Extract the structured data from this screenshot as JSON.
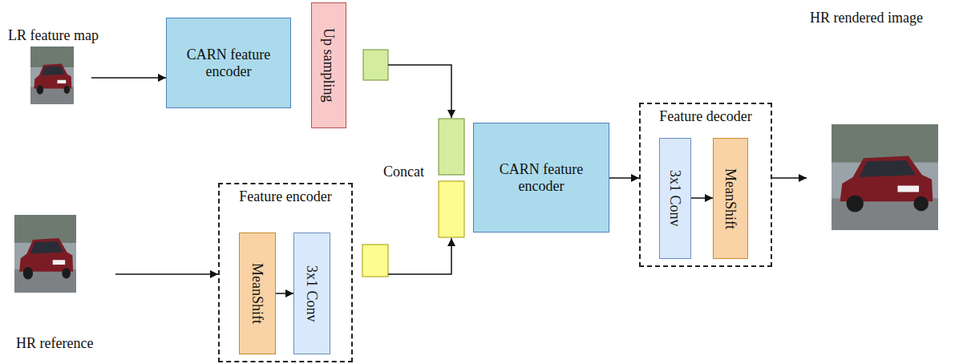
{
  "diagram": {
    "nodes": [
      {
        "text": [
          "LR feature map"
        ]
      },
      {
        "text": [
          "CARN feature encoder"
        ]
      },
      {
        "text": [
          "Up sampling"
        ]
      },
      {
        "text": [
          "HR reference"
        ]
      },
      {
        "text": [
          "Feature encoder"
        ]
      },
      {
        "text": [
          "MeanShift"
        ],
        "in": 4
      },
      {
        "text": [
          "3x1 Conv"
        ],
        "in": 4
      },
      {
        "text": [
          "CARN feature encoder"
        ]
      },
      {
        "text": [
          "Feature decoder"
        ]
      },
      {
        "text": [
          "3x1 Conv"
        ],
        "in": 8
      },
      {
        "text": [
          "MeanShift"
        ],
        "in": 8
      },
      {
        "text": [
          "HR rendered image"
        ]
      }
    ],
    "edges": [
      {
        "from": 0,
        "to": 1,
        "arrow": "to"
      },
      {
        "from": 3,
        "to": 4,
        "arrow": "to"
      },
      {
        "from": 5,
        "to": 6,
        "arrow": "to"
      },
      {
        "from": 7,
        "to": 8,
        "arrow": "to"
      },
      {
        "from": 9,
        "to": 10,
        "arrow": "to"
      },
      {
        "from": 8,
        "to": 11,
        "arrow": "to"
      }
    ],
    "labels": [
      "Concat"
    ]
  }
}
